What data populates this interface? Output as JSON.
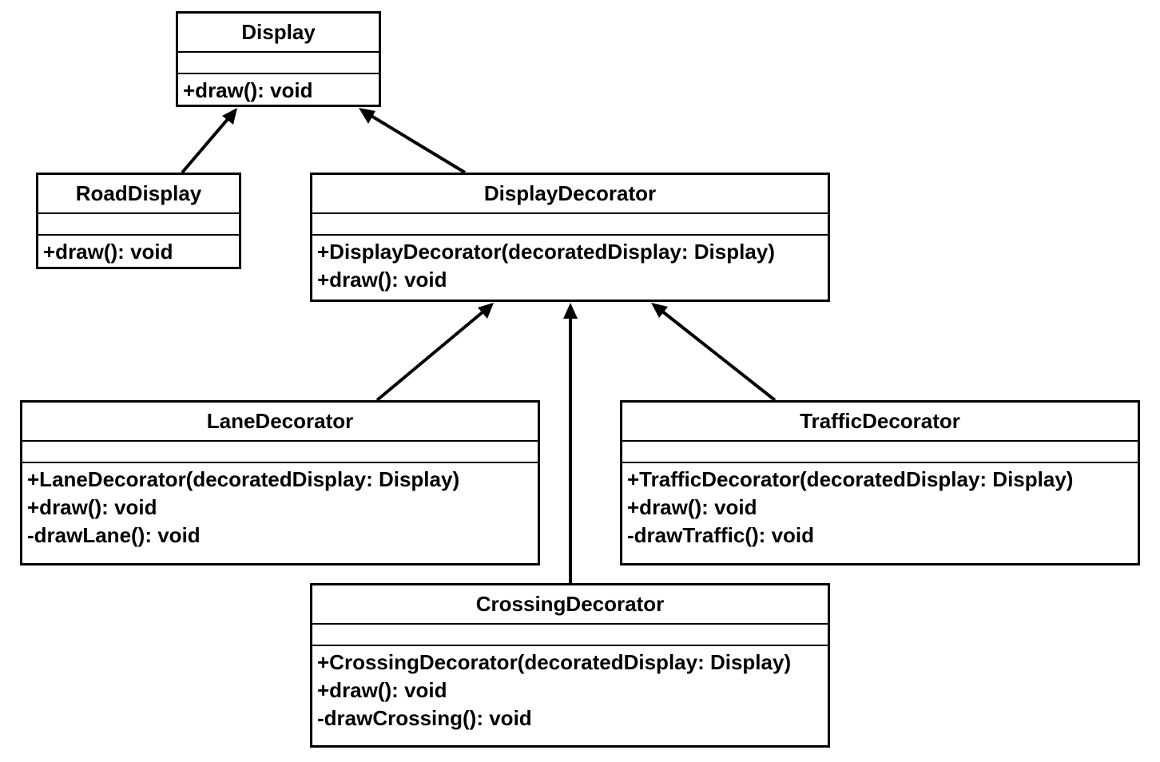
{
  "diagram": {
    "type": "uml-class-diagram",
    "line_color": "#000000",
    "classes": [
      {
        "id": "display",
        "name": "Display",
        "methods": [
          "+draw(): void"
        ]
      },
      {
        "id": "road-display",
        "name": "RoadDisplay",
        "methods": [
          "+draw(): void"
        ]
      },
      {
        "id": "display-decorator",
        "name": "DisplayDecorator",
        "methods": [
          "+DisplayDecorator(decoratedDisplay: Display)",
          "+draw(): void"
        ]
      },
      {
        "id": "lane-decorator",
        "name": "LaneDecorator",
        "methods": [
          "+LaneDecorator(decoratedDisplay: Display)",
          "+draw(): void",
          "-drawLane(): void"
        ]
      },
      {
        "id": "traffic-decorator",
        "name": "TrafficDecorator",
        "methods": [
          "+TrafficDecorator(decoratedDisplay: Display)",
          "+draw(): void",
          "-drawTraffic(): void"
        ]
      },
      {
        "id": "crossing-decorator",
        "name": "CrossingDecorator",
        "methods": [
          "+CrossingDecorator(decoratedDisplay: Display)",
          "+draw(): void",
          "-drawCrossing(): void"
        ]
      }
    ],
    "relations": [
      {
        "from": "road-display",
        "to": "display",
        "type": "inheritance"
      },
      {
        "from": "display-decorator",
        "to": "display",
        "type": "inheritance"
      },
      {
        "from": "lane-decorator",
        "to": "display-decorator",
        "type": "inheritance"
      },
      {
        "from": "crossing-decorator",
        "to": "display-decorator",
        "type": "inheritance"
      },
      {
        "from": "traffic-decorator",
        "to": "display-decorator",
        "type": "inheritance"
      }
    ]
  }
}
